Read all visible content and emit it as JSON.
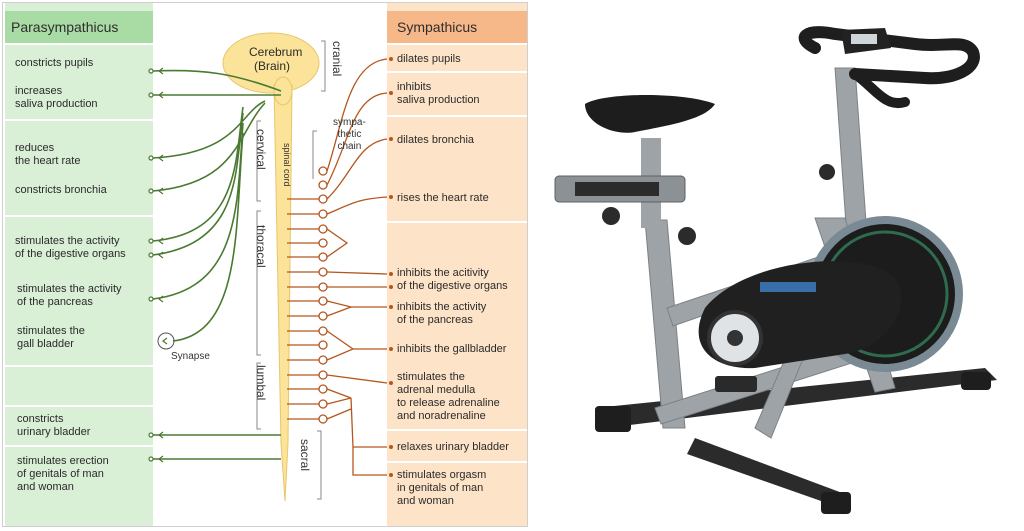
{
  "parasympathetic": {
    "title": "Parasympathicus",
    "items": [
      {
        "label": "constricts pupils"
      },
      {
        "label": "increases\nsaliva production"
      },
      {
        "label": "reduces\nthe heart rate"
      },
      {
        "label": "constricts bronchia"
      },
      {
        "label": "stimulates the activity\nof the digestive organs"
      },
      {
        "label": "stimulates the activity\nof the pancreas"
      },
      {
        "label": "stimulates the\ngall bladder"
      },
      {
        "label": "constricts\nurinary bladder"
      },
      {
        "label": "stimulates erection\nof genitals of man\nand woman"
      }
    ]
  },
  "sympathetic": {
    "title": "Sympathicus",
    "items": [
      {
        "label": "dilates pupils"
      },
      {
        "label": "inhibits\nsaliva production"
      },
      {
        "label": "dilates bronchia"
      },
      {
        "label": "rises the heart rate"
      },
      {
        "label": "inhibits the acitivity\nof the digestive organs"
      },
      {
        "label": "inhibits the activity\nof the pancreas"
      },
      {
        "label": "inhibits the gallbladder"
      },
      {
        "label": "stimulates the\nadrenal medulla\nto release adrenaline\nand noradrenaline"
      },
      {
        "label": "relaxes urinary bladder"
      },
      {
        "label": "stimulates orgasm\nin genitals of man\nand woman"
      }
    ]
  },
  "center": {
    "brain": "Cerebrum\n(Brain)",
    "spinal_cord": "spinal cord",
    "sympathetic_chain": "sympa-\nthetic\nchain",
    "synapse": "Synapse",
    "regions": [
      "cranial",
      "cervical",
      "thoracal",
      "lumbal",
      "sacral"
    ]
  },
  "colors": {
    "para_bg": "#d9efd6",
    "para_header": "#a9dba4",
    "para_line": "#4a7a32",
    "symp_bg": "#fde3c7",
    "symp_header": "#f6b889",
    "symp_line": "#b5561e",
    "brain": "#fbe39a"
  },
  "photo": {
    "subject": "stationary exercise bike",
    "icon": "exercise-bike-illustration"
  }
}
